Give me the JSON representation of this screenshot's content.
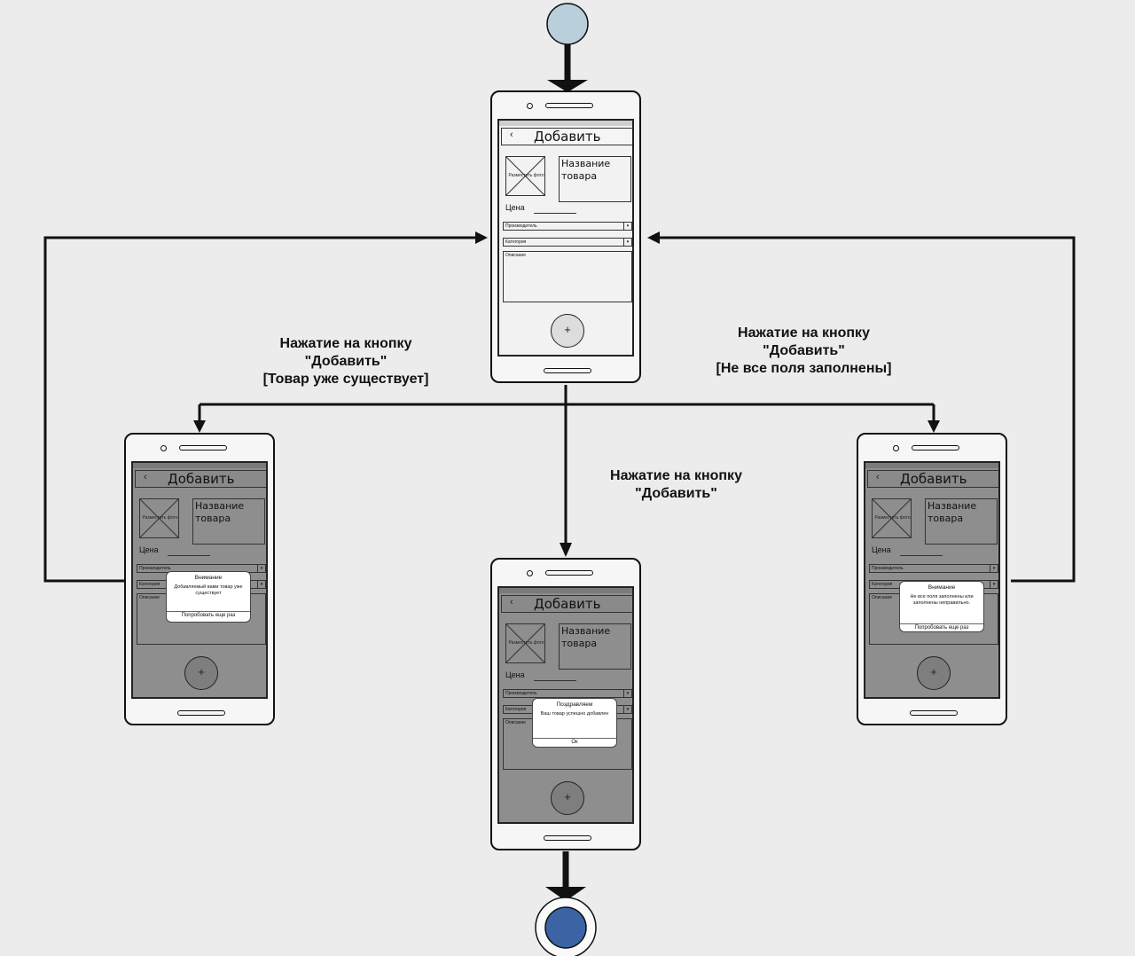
{
  "screen": {
    "title": "Добавить",
    "back_glyph": "‹",
    "photo_placeholder": "Разместить фото",
    "product_name": "Название товара",
    "price_label": "Цена",
    "manufacturer_placeholder": "Производитель",
    "category_placeholder": "Категория",
    "description_placeholder": "Описание",
    "add_button_glyph": "+",
    "dropdown_caret": "▾"
  },
  "dialogs": {
    "exists": {
      "title": "Внимание",
      "message": "Добавляемый вами товар уже существует",
      "button": "Попробовать еще раз"
    },
    "success": {
      "title": "Поздравляем",
      "message": "Ваш товар успешно добавлен",
      "button": "Ок"
    },
    "invalid": {
      "title": "Внимание",
      "message": "Не все поля заполнены или заполнены неправильно.",
      "button": "Попробовать еще раз"
    }
  },
  "transitions": {
    "exists_label": [
      "Нажатие на кнопку",
      "\"Добавить\"",
      "[Товар уже существует]"
    ],
    "invalid_label": [
      "Нажатие на кнопку",
      "\"Добавить\"",
      "[Не все поля заполнены]"
    ],
    "success_label": [
      "Нажатие на кнопку",
      "\"Добавить\""
    ]
  },
  "colors": {
    "background": "#ececec",
    "initial_node": "#b9cfdc",
    "final_node": "#3c64a4",
    "line": "#111111",
    "dim_overlay": "#8e8e8e"
  }
}
